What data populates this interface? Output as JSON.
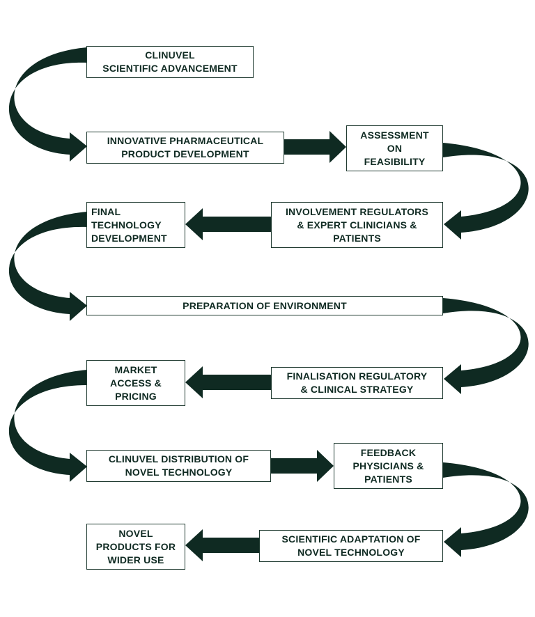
{
  "colors": {
    "arrow": "#0f2a22",
    "text": "#0f2a22",
    "box_border": "#1f3a30"
  },
  "steps": [
    "CLINUVEL\nSCIENTIFIC ADVANCEMENT",
    "INNOVATIVE PHARMACEUTICAL\nPRODUCT DEVELOPMENT",
    "ASSESSMENT\nON\nFEASIBILITY",
    "INVOLVEMENT REGULATORS\n& EXPERT CLINICIANS &\nPATIENTS",
    "FINAL\nTECHNOLOGY\nDEVELOPMENT",
    "PREPARATION OF ENVIRONMENT",
    "FINALISATION REGULATORY\n& CLINICAL STRATEGY",
    "MARKET\nACCESS &\nPRICING",
    "CLINUVEL DISTRIBUTION OF\nNOVEL TECHNOLOGY",
    "FEEDBACK\nPHYSICIANS &\nPATIENTS",
    "SCIENTIFIC ADAPTATION OF\nNOVEL TECHNOLOGY",
    "NOVEL\nPRODUCTS FOR\nWIDER USE"
  ]
}
